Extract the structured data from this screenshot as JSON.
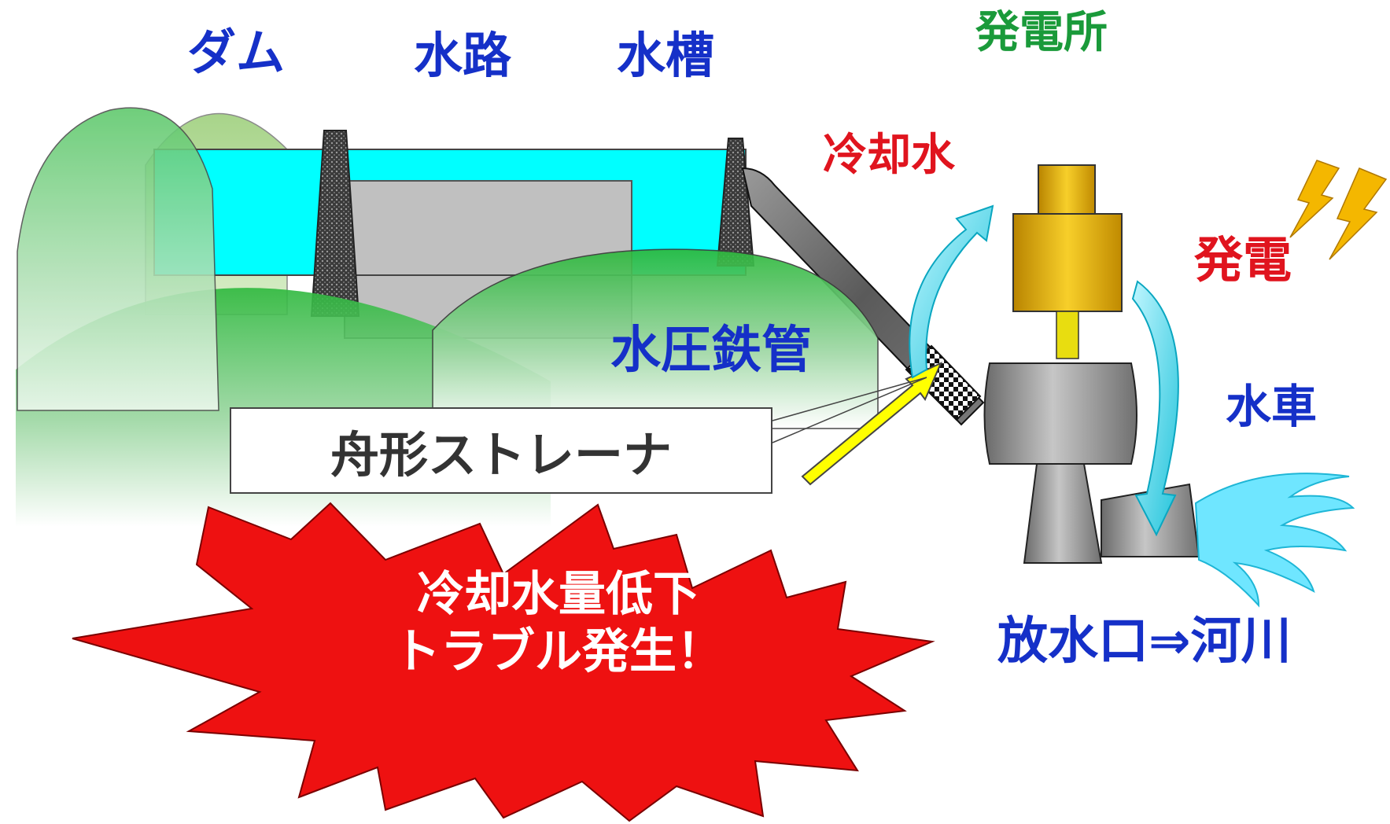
{
  "labels": {
    "dam": "ダム",
    "channel": "水路",
    "tank": "水槽",
    "power_plant": "発電所",
    "cooling_water": "冷却水",
    "generation": "発電",
    "water_turbine": "水車",
    "penstock": "水圧鉄管",
    "boat_strainer": "舟形ストレーナ",
    "outlet_to_river": "放水口⇒河川"
  },
  "alert": {
    "line1": "冷却水量低下",
    "line2": "トラブル発生！"
  },
  "colors": {
    "label_blue": "#1530c8",
    "label_green": "#1a9a3a",
    "label_red": "#e0141e",
    "water_cyan": "#00ffff",
    "hill_green": "#2db83d",
    "alert_red": "#ee1111",
    "generator_gold": "#e0a800",
    "pipe_gray": "#6a6a6a",
    "arrow_yellow": "#ffff00"
  },
  "icons": {
    "lightning": "lightning-icon",
    "flow_arrow": "flow-arrow-icon",
    "water_splash": "water-splash-icon"
  }
}
